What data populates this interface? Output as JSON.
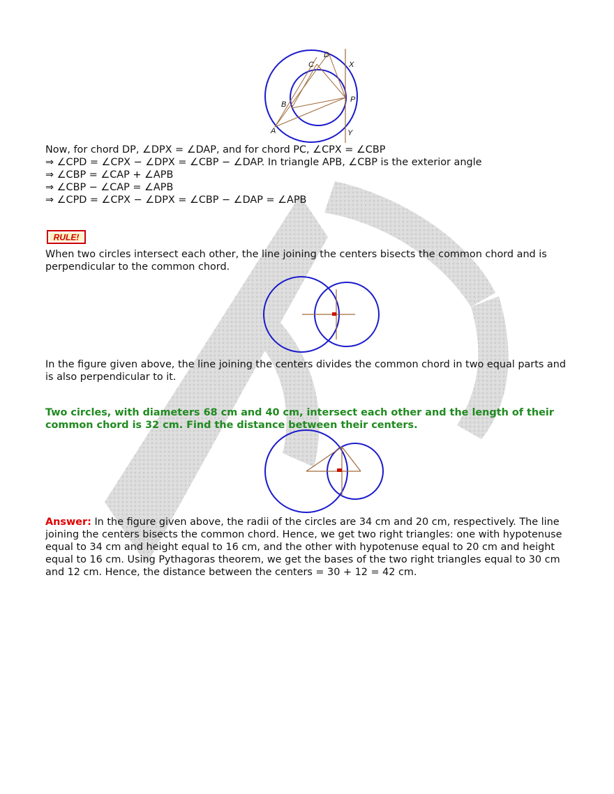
{
  "figure1": {
    "labels": {
      "A": "A",
      "B": "B",
      "C": "C",
      "D": "D",
      "P": "P",
      "X": "X",
      "Y": "Y"
    }
  },
  "proof_lines": [
    "Now, for chord DP, ∠DPX = ∠DAP, and for chord PC, ∠CPX = ∠CBP",
    "⇒ ∠CPD = ∠CPX − ∠DPX = ∠CBP − ∠DAP. In triangle APB, ∠CBP is the exterior angle",
    "⇒ ∠CBP = ∠CAP + ∠APB",
    "⇒ ∠CBP − ∠CAP = ∠APB",
    "⇒ ∠CPD = ∠CPX − ∠DPX = ∠CBP − ∠DAP = ∠APB"
  ],
  "rule_badge": "RULE!",
  "rule_text": "When two circles intersect each other, the line joining the centers bisects the common chord and is perpendicular to the common chord.",
  "figure_explanation": "In the figure given above, the line joining the centers divides the common chord in two equal parts and is also perpendicular to it.",
  "problem": "Two circles, with diameters 68 cm and 40 cm, intersect each other and the length of their common chord is 32 cm. Find the distance between their centers.",
  "answer": {
    "label": "Answer:",
    "text": "In the figure given above, the radii of the circles are 34 cm and 20 cm, respectively. The line joining the centers bisects the common chord. Hence, we get two right triangles: one with hypotenuse equal to 34 cm and height equal to 16 cm, and the other with hypotenuse equal to 20 cm and height equal to 16 cm. Using Pythagoras theorem, we get the bases of the two right triangles equal to 30 cm and 12 cm. Hence, the distance between the centers = 30 + 12 = 42 cm."
  },
  "colors": {
    "circle": "#1a1acc",
    "construction_line": "#a06a3a",
    "right_angle_mark": "#cc1100",
    "problem_text": "#1f8a1f",
    "answer_label": "#e00000",
    "watermark": "#d9d9d9"
  }
}
